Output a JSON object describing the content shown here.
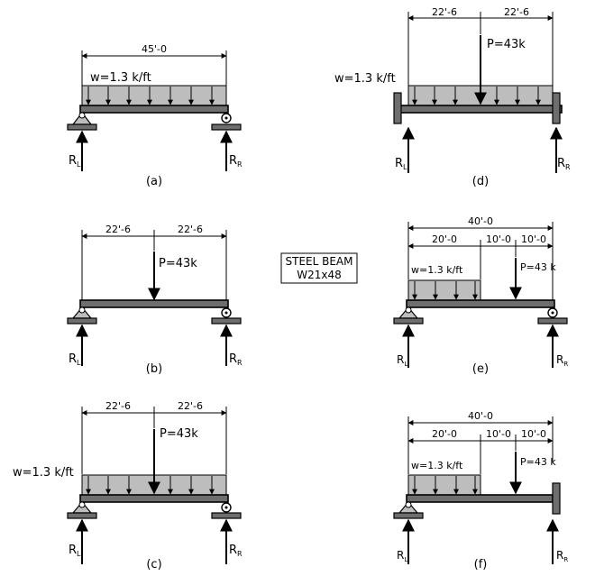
{
  "panels": {
    "a": {
      "caption": "(a)",
      "dim_total": "45'-0",
      "load_label": "w=1.3 k/ft",
      "rl_main": "R",
      "rl_sub": "L",
      "rr_main": "R",
      "rr_sub": "R"
    },
    "b": {
      "caption": "(b)",
      "dim1": "22'-6",
      "dim2": "22'-6",
      "p_label": "P=43k",
      "rl_main": "R",
      "rl_sub": "L",
      "rr_main": "R",
      "rr_sub": "R"
    },
    "c": {
      "caption": "(c)",
      "dim1": "22'-6",
      "dim2": "22'-6",
      "p_label": "P=43k",
      "load_label": "w=1.3 k/ft",
      "rl_main": "R",
      "rl_sub": "L",
      "rr_main": "R",
      "rr_sub": "R"
    },
    "d": {
      "caption": "(d)",
      "dim1": "22'-6",
      "dim2": "22'-6",
      "p_label": "P=43k",
      "load_label": "w=1.3 k/ft",
      "rl_main": "R",
      "rl_sub": "L",
      "rr_main": "R",
      "rr_sub": "R"
    },
    "e": {
      "caption": "(e)",
      "dim_total": "40'-0",
      "dim1": "20'-0",
      "dim2": "10'-0",
      "dim3": "10'-0",
      "p_label": "P=43 k",
      "load_label": "w=1.3 k/ft",
      "rl_main": "R",
      "rl_sub": "L",
      "rr_main": "R",
      "rr_sub": "R"
    },
    "f": {
      "caption": "(f)",
      "dim_total": "40'-0",
      "dim1": "20'-0",
      "dim2": "10'-0",
      "dim3": "10'-0",
      "p_label": "P=43 k",
      "load_label": "w=1.3 k/ft",
      "rl_main": "R",
      "rl_sub": "L",
      "rr_main": "R",
      "rr_sub": "R"
    }
  },
  "steel_label": {
    "line1": "STEEL BEAM",
    "line2": "W21x48"
  }
}
